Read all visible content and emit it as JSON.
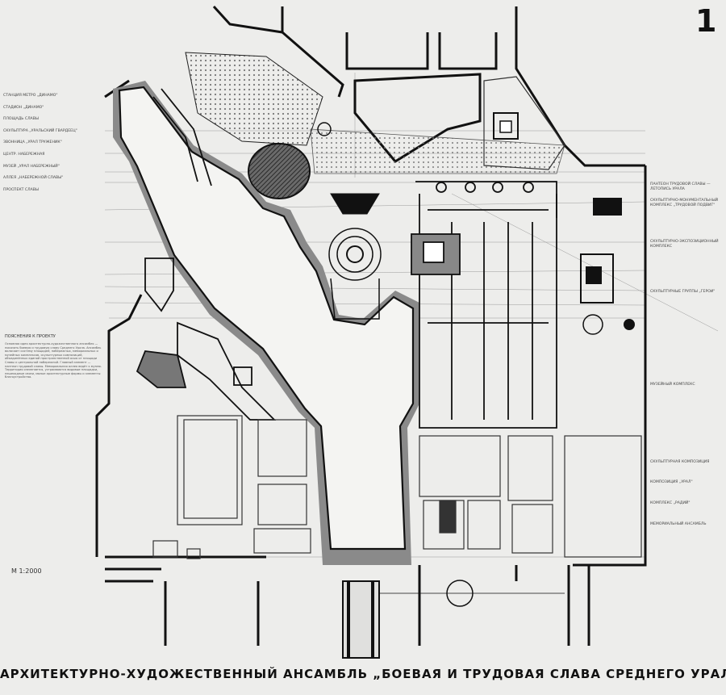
{
  "sheet_number": "1",
  "title": "АРХИТЕКТУРНО-ХУДОЖЕСТВЕННЫЙ АНСАМБЛЬ „БОЕВАЯ И ТРУДОВАЯ СЛАВА СРЕДНЕГО УРАЛА\"",
  "scale": "М 1:2000",
  "left_labels": [
    "СТАНЦИЯ МЕТРО „ДИНАМО\"",
    "СТАДИОН „ДИНАМО\"",
    "ПЛОЩАДЬ СЛАВЫ",
    "СКУЛЬПТУРА „УРАЛЬСКИЙ ГВАРДЕЕЦ\"",
    "ЗВОННИЦА „УРАЛ ТРУЖЕНИК\"",
    "ЦЕНТР. НАБЕРЕЖНАЯ",
    "МУЗЕЙ „УРАЛ НАБЕРЕЖНЫЙ\"",
    "АЛЛЕЯ „НАБЕРЕЖНОЙ СЛАВЫ\"",
    "ПРОСПЕКТ СЛАВЫ"
  ],
  "notes": {
    "heading": "ПОЯСНЕНИЯ К ПРОЕКТУ",
    "text": "Основная идея архитектурно-художественного ансамбля — показать боевую и трудовую славу Среднего Урала. Ансамбль включает систему площадей, набережных, мемориальных и музейных комплексов, скульптурных композиций, объединённых единой пространственной осью от площади Славы к центральной набережной. Главный элемент — пантеон трудовой славы. Мемориальная аллея ведёт к музею. Территория озеленяется, устраиваются видовые площадки, пешеходные связи, малые архитектурные формы и элементы благоустройства."
  },
  "right_labels": [
    "ПАНТЕОН ТРУДОВОЙ СЛАВЫ — ЛЕТОПИСЬ УРАЛА",
    "СКУЛЬПТУРНО-МОНУМЕНТАЛЬНЫЙ КОМПЛЕКС „ТРУДОВОЙ ПОДВИГ\"",
    "СКУЛЬПТУРНО-ЭКСПОЗИЦИОННЫЙ КОМПЛЕКС",
    "СКУЛЬПТУРНЫЕ ГРУППЫ „ГЕРОИ\"",
    "МУЗЕЙНЫЙ КОМПЛЕКС",
    "СКУЛЬПТУРНАЯ КОМПОЗИЦИЯ",
    "КОМПОЗИЦИЯ „УРАЛ\"",
    "КОМПЛЕКС „РАДИЙ\"",
    "МЕМОРИАЛЬНЫЙ АНСАМБЛЬ"
  ],
  "colors": {
    "paper": "#ededeb",
    "ink": "#111111",
    "shadow": "#8a8a8a",
    "hatch": "#555555"
  }
}
